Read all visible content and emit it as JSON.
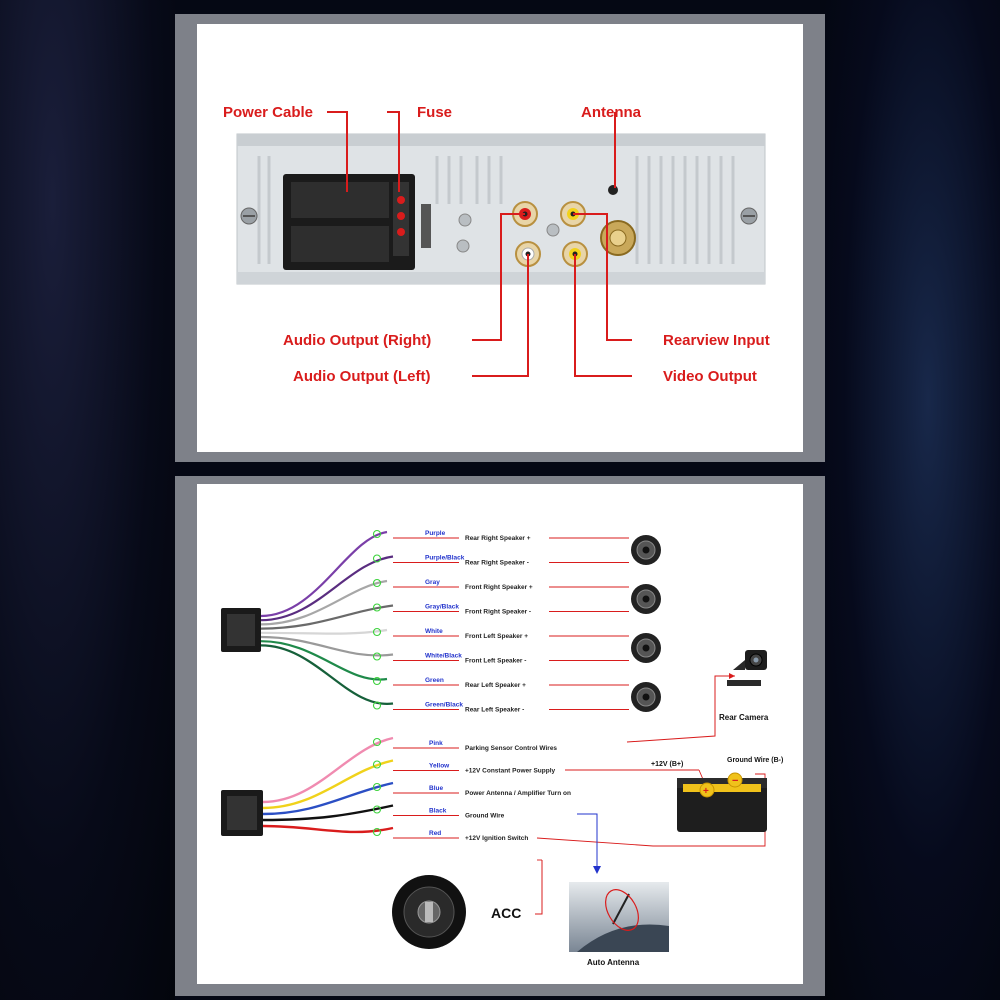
{
  "top": {
    "labels": {
      "power_cable": "Power Cable",
      "fuse": "Fuse",
      "antenna": "Antenna",
      "audio_right": "Audio Output (Right)",
      "audio_left": "Audio Output (Left)",
      "rearview_input": "Rearview Input",
      "video_output": "Video Output"
    }
  },
  "bottom": {
    "speaker_wires": [
      {
        "color": "Purple",
        "function": "Rear Right Speaker +"
      },
      {
        "color": "Purple/Black",
        "function": "Rear Right Speaker -"
      },
      {
        "color": "Gray",
        "function": "Front Right Speaker +"
      },
      {
        "color": "Gray/Black",
        "function": "Front Right Speaker -"
      },
      {
        "color": "White",
        "function": "Front Left Speaker +"
      },
      {
        "color": "White/Black",
        "function": "Front Left Speaker -"
      },
      {
        "color": "Green",
        "function": "Rear Left Speaker +"
      },
      {
        "color": "Green/Black",
        "function": "Rear Left Speaker -"
      }
    ],
    "power_wires": [
      {
        "color": "Pink",
        "function": "Parking Sensor Control Wires"
      },
      {
        "color": "Yellow",
        "function": "+12V Constant Power Supply"
      },
      {
        "color": "Blue",
        "function": "Power Antenna / Amplifier Turn on"
      },
      {
        "color": "Black",
        "function": "Ground Wire"
      },
      {
        "color": "Red",
        "function": "+12V  Ignition Switch"
      }
    ],
    "rear_camera": "Rear Camera",
    "battery_plus": "+12V  (B+)",
    "battery_minus": "Ground Wire (B-)",
    "acc": "ACC",
    "auto_antenna": "Auto Antenna"
  }
}
